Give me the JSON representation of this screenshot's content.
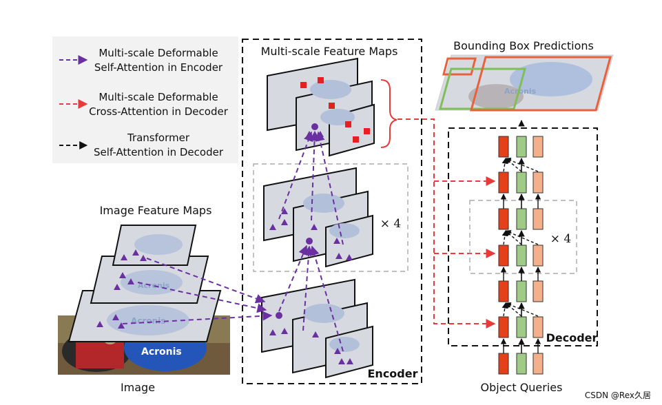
{
  "legend": {
    "item1_line1": "Multi-scale Deformable",
    "item1_line2": "Self-Attention in Encoder",
    "item2_line1": "Multi-scale Deformable",
    "item2_line2": "Cross-Attention in Decoder",
    "item3_line1": "Transformer",
    "item3_line2": "Self-Attention in Decoder"
  },
  "labels": {
    "image_feature_maps": "Image Feature Maps",
    "image": "Image",
    "multi_scale_feature_maps": "Multi-scale Feature Maps",
    "encoder": "Encoder",
    "repeat_encoder": "× 4",
    "bounding_box_predictions": "Bounding Box Predictions",
    "decoder": "Decoder",
    "repeat_decoder": "× 4",
    "object_queries": "Object Queries",
    "watermark": "CSDN @Rex久居"
  },
  "photo_text": "Acronis",
  "colors": {
    "purple": "#6a2fa0",
    "red": "#e83a3a",
    "black": "#111111",
    "query_red": "#e4411b",
    "query_green": "#9fcb86",
    "query_orange": "#f3b08a",
    "box_orange": "#e8603c",
    "box_green": "#7fbf5a"
  }
}
